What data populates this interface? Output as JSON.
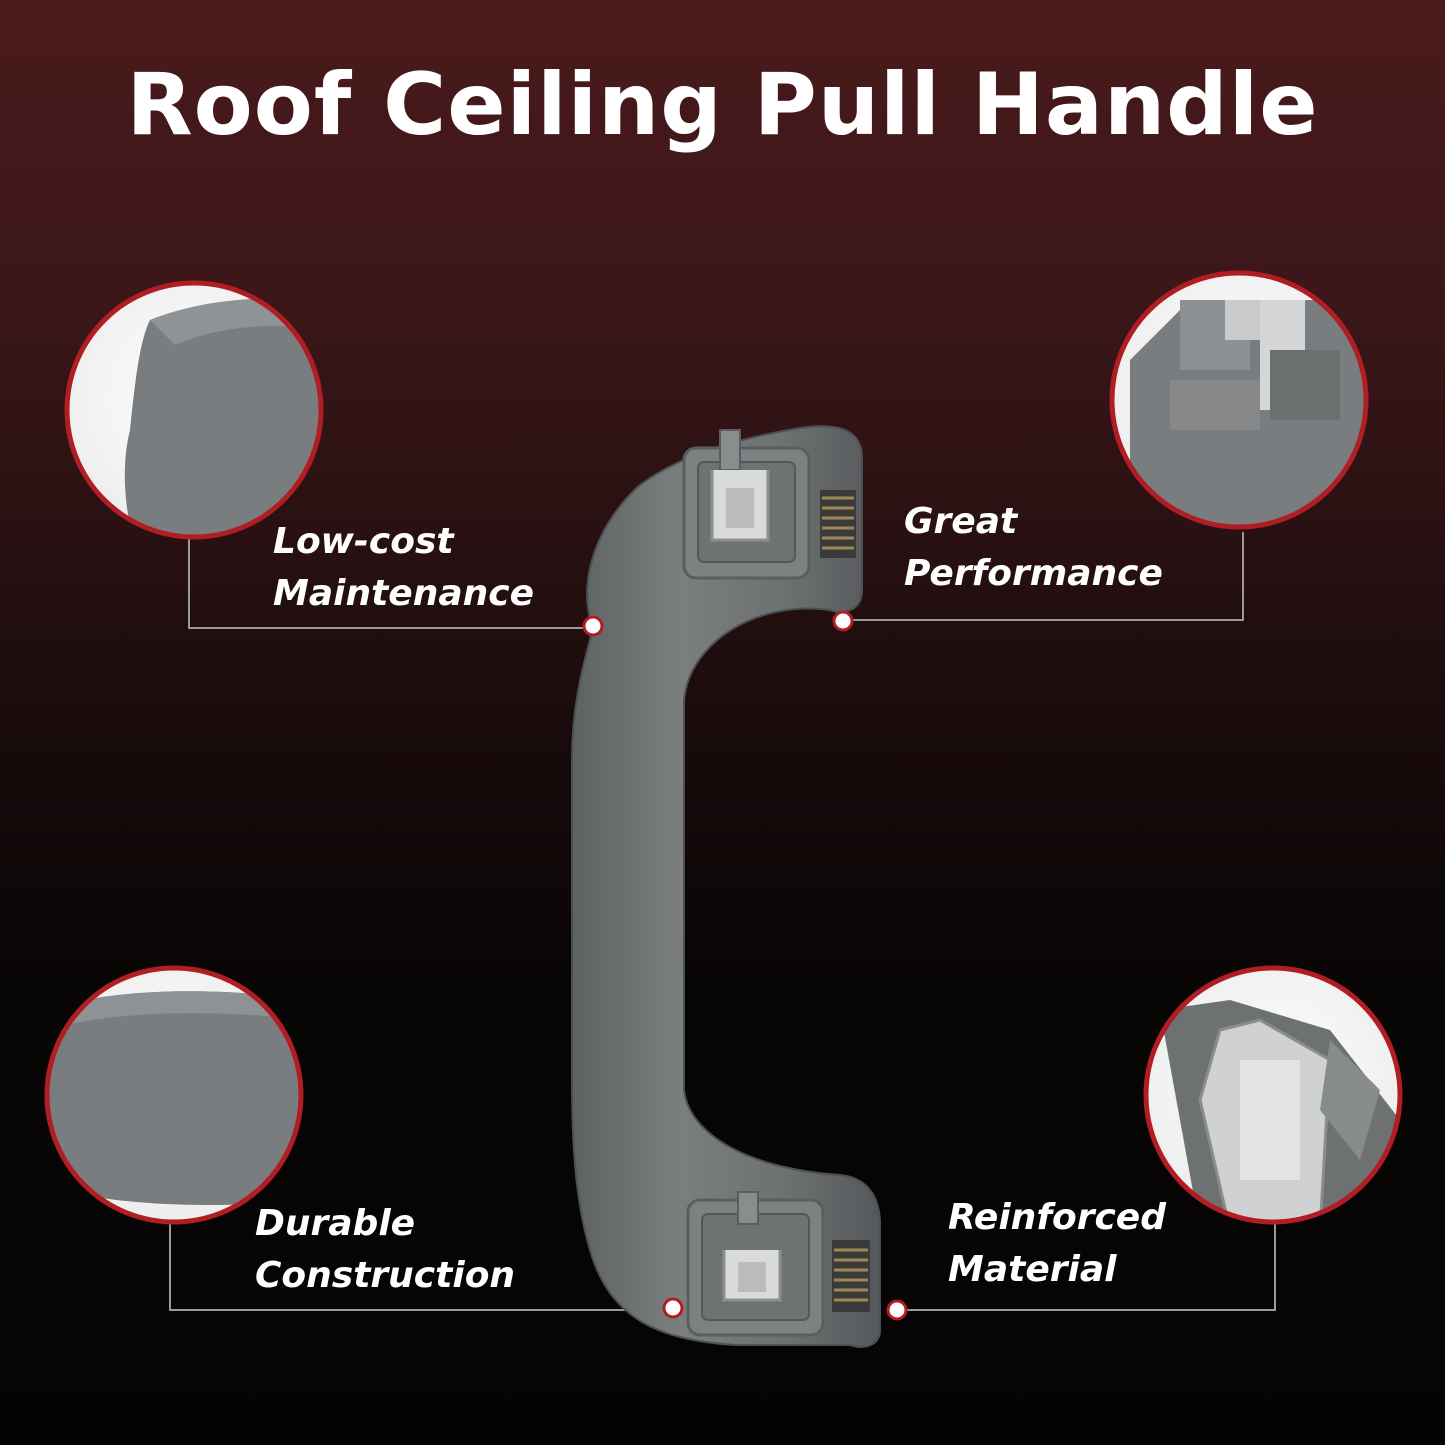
{
  "title": "Roof Ceiling Pull Handle",
  "features": [
    {
      "id": "low-cost",
      "line1": "Low-cost",
      "line2": "Maintenance"
    },
    {
      "id": "great-performance",
      "line1": "Great",
      "line2": "Performance"
    },
    {
      "id": "durable",
      "line1": "Durable",
      "line2": "Construction"
    },
    {
      "id": "reinforced",
      "line1": "Reinforced",
      "line2": "Material"
    }
  ],
  "colors": {
    "accent_ring": "#b01e23",
    "handle_gray": "#727576",
    "callout_line": "#9a9a9a"
  }
}
